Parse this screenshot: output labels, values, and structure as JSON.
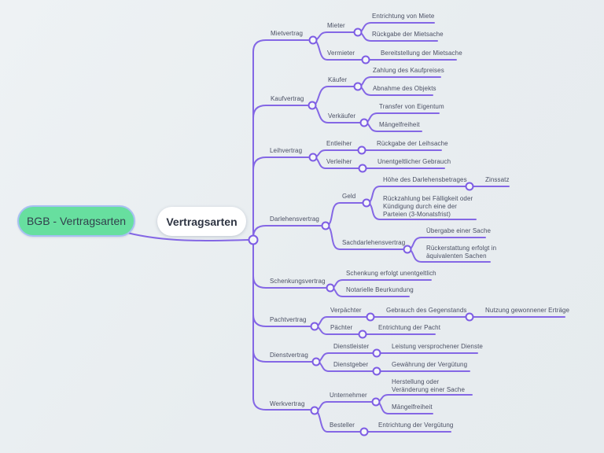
{
  "canvas": {
    "background_color": "#e9edf0",
    "line_color": "#8467e5",
    "junction_fill": "#f3f6f8",
    "root_fill": "#67df9f",
    "root_border": "#a7c0f2"
  },
  "mindmap": {
    "root": {
      "label": "BGB - Vertragsarten"
    },
    "central": {
      "label": "Vertragsarten"
    },
    "branches": [
      {
        "label": "Mietvertrag",
        "children": [
          {
            "label": "Mieter",
            "children": [
              {
                "label": "Entrichtung von Miete"
              },
              {
                "label": "Rückgabe der Mietsache"
              }
            ]
          },
          {
            "label": "Vermieter",
            "children": [
              {
                "label": "Bereitstellung der Mietsache"
              }
            ]
          }
        ]
      },
      {
        "label": "Kaufvertrag",
        "children": [
          {
            "label": "Käufer",
            "children": [
              {
                "label": "Zahlung des Kaufpreises"
              },
              {
                "label": "Abnahme des Objekts"
              }
            ]
          },
          {
            "label": "Verkäufer",
            "children": [
              {
                "label": "Transfer von Eigentum"
              },
              {
                "label": "Mängelfreiheit"
              }
            ]
          }
        ]
      },
      {
        "label": "Leihvertrag",
        "children": [
          {
            "label": "Entleiher",
            "children": [
              {
                "label": "Rückgabe der Leihsache"
              }
            ]
          },
          {
            "label": "Verleiher",
            "children": [
              {
                "label": "Unentgeltlicher Gebrauch"
              }
            ]
          }
        ]
      },
      {
        "label": "Darlehensvertrag",
        "children": [
          {
            "label": "Geld",
            "children": [
              {
                "label": "Höhe des Darlehensbetrages",
                "children": [
                  {
                    "label": "Zinssatz"
                  }
                ]
              },
              {
                "label": "Rückzahlung bei Fälligkeit oder Kündigung durch eine der Parteien (3-Monatsfrist)"
              }
            ]
          },
          {
            "label": "Sachdarlehensvertrag",
            "children": [
              {
                "label": "Übergabe einer Sache"
              },
              {
                "label": "Rückerstattung erfolgt in äquivalenten Sachen"
              }
            ]
          }
        ]
      },
      {
        "label": "Schenkungsvertrag",
        "children": [
          {
            "label": "Schenkung erfolgt unentgeltlich"
          },
          {
            "label": "Notarielle Beurkundung"
          }
        ]
      },
      {
        "label": "Pachtvertrag",
        "children": [
          {
            "label": "Verpächter",
            "children": [
              {
                "label": "Gebrauch des Gegenstands",
                "children": [
                  {
                    "label": "Nutzung gewonnener Erträge"
                  }
                ]
              }
            ]
          },
          {
            "label": "Pächter",
            "children": [
              {
                "label": "Entrichtung der Pacht"
              }
            ]
          }
        ]
      },
      {
        "label": "Dienstvertrag",
        "children": [
          {
            "label": "Dienstleister",
            "children": [
              {
                "label": "Leistung versprochener Dienste"
              }
            ]
          },
          {
            "label": "Dienstgeber",
            "children": [
              {
                "label": "Gewährung der Vergütung"
              }
            ]
          }
        ]
      },
      {
        "label": "Werkvertrag",
        "children": [
          {
            "label": "Unternehmer",
            "children": [
              {
                "label": "Herstellung oder Veränderung einer Sache"
              },
              {
                "label": "Mängelfreiheit"
              }
            ]
          },
          {
            "label": "Besteller",
            "children": [
              {
                "label": "Entrichtung der Vergütung"
              }
            ]
          }
        ]
      }
    ]
  }
}
